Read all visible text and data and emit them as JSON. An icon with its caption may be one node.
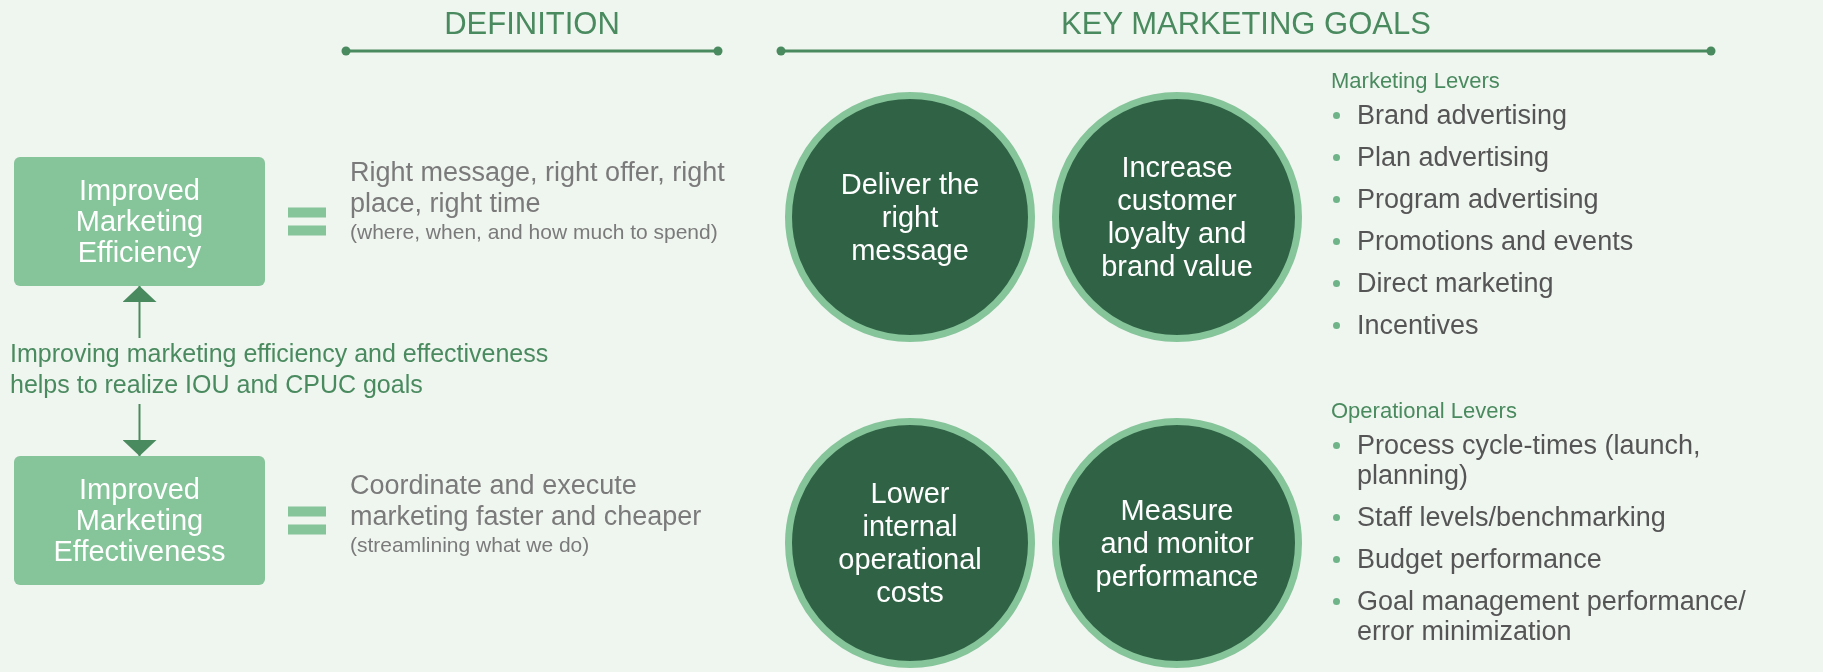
{
  "diagram": {
    "nodes": [
      {
        "text": [
          "Improved Marketing Efficiency"
        ],
        "beside": [
          "Right message, right offer, right place, right time",
          "(where, when, and how much to spend)"
        ]
      },
      {
        "text": [
          "Improving marketing efficiency and effectiveness helps to realize IOU and CPUC goals"
        ]
      },
      {
        "text": [
          "Improved Marketing Effectiveness"
        ],
        "beside": [
          "Coordinate and execute marketing faster and cheaper",
          "(streamlining what we do)"
        ]
      },
      {
        "text": [
          "Deliver the right message"
        ]
      },
      {
        "text": [
          "Increase customer loyalty and brand value"
        ]
      },
      {
        "text": [
          "Lower internal operational costs"
        ]
      },
      {
        "text": [
          "Measure and monitor performance"
        ]
      }
    ],
    "edges": [
      {
        "from": 1,
        "to": 0,
        "arrow": "to"
      },
      {
        "from": 1,
        "to": 2,
        "arrow": "to"
      }
    ],
    "labels": [
      "DEFINITION",
      "KEY MARKETING GOALS",
      "Marketing Levers",
      "Brand advertising",
      "Plan advertising",
      "Program advertising",
      "Promotions and events",
      "Direct marketing",
      "Incentives",
      "Operational Levers",
      "Process cycle-times (launch, planning)",
      "Staff levels/benchmarking",
      "Budget performance",
      "Goal management performance/ error minimization"
    ]
  }
}
